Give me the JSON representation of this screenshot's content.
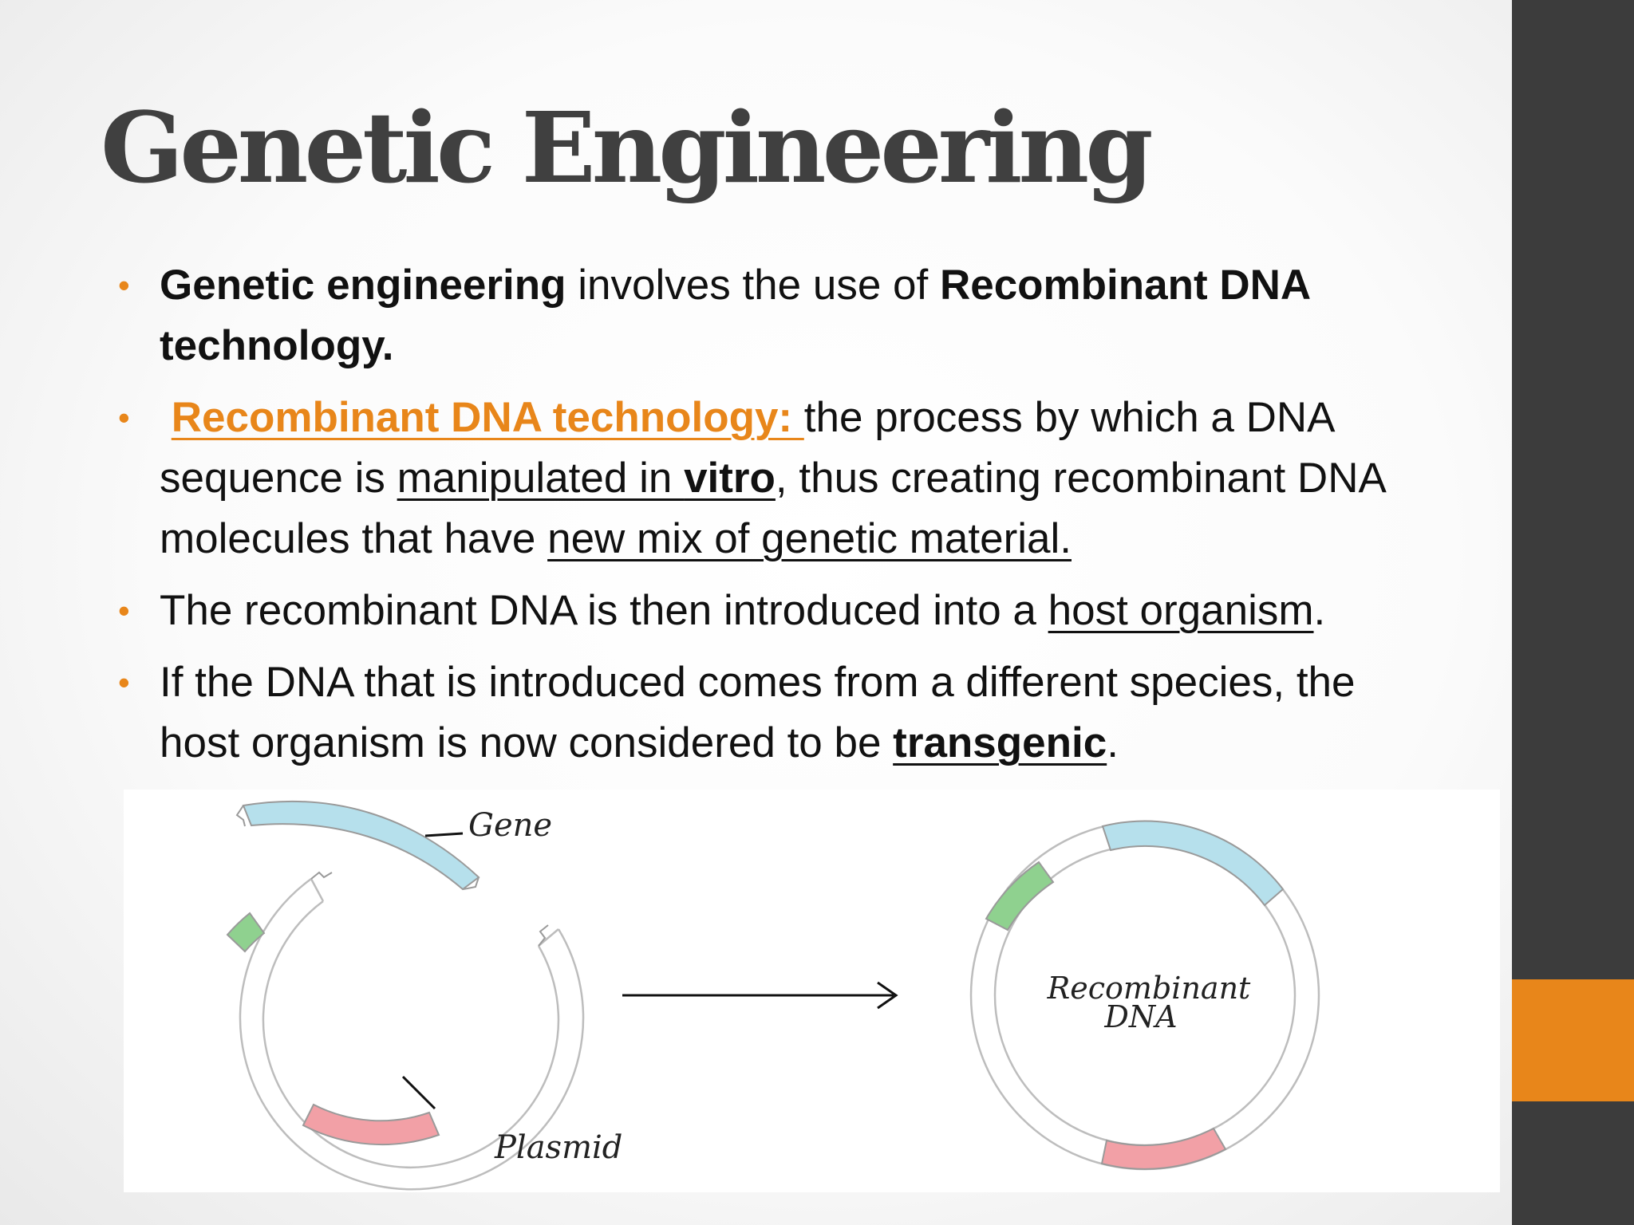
{
  "title": "Genetic Engineering",
  "bullets": {
    "b1": {
      "bold_start": "Genetic engineering",
      "mid": " involves the use of ",
      "bold_end": "Recombinant DNA technology."
    },
    "b2": {
      "label": "Recombinant DNA technology: ",
      "t1": "the process by which a DNA sequence is ",
      "u1": "manipulated in ",
      "u1_bold": "vitro",
      "t2": ", thus creating recombinant DNA molecules that have ",
      "u2": "new mix of genetic material."
    },
    "b3": {
      "t1": "The recombinant DNA is then introduced into a ",
      "u1": "host organism",
      "t2": "."
    },
    "b4": {
      "t1": "If the DNA that is introduced comes from a different species, the host organism is now considered to be ",
      "u1": "transgenic",
      "t2": "."
    }
  },
  "figure": {
    "gene_label": "Gene",
    "plasmid_label": "Plasmid",
    "recombinant_line1": "Recombinant",
    "recombinant_line2": "DNA"
  },
  "colors": {
    "accent": "#e8861a",
    "sidebar": "#3c3c3c",
    "title": "#404040",
    "gene_segment": "#b6e0ec",
    "green_segment": "#8fd18f",
    "pink_segment": "#f2a0a6"
  }
}
